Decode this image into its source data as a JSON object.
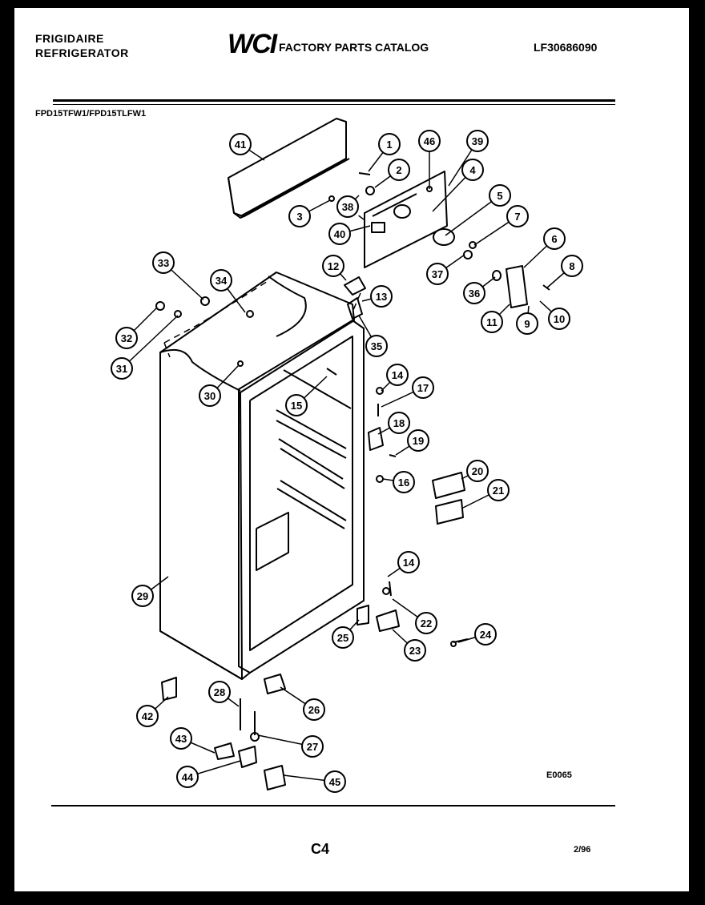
{
  "header": {
    "brand_line1": "FRIGIDAIRE",
    "brand_line2": "REFRIGERATOR",
    "logo": "WCI",
    "catalog_title": "FACTORY PARTS CATALOG",
    "catalog_number": "LF30686090"
  },
  "models": "FPD15TFW1/FPD15TLFW1",
  "figure_code": "E0065",
  "page_number": "C4",
  "date": "2/96",
  "callouts": [
    "41",
    "1",
    "46",
    "39",
    "2",
    "4",
    "3",
    "38",
    "5",
    "7",
    "40",
    "37",
    "6",
    "8",
    "36",
    "11",
    "9",
    "10",
    "33",
    "34",
    "12",
    "13",
    "32",
    "31",
    "35",
    "14",
    "17",
    "30",
    "15",
    "18",
    "19",
    "16",
    "20",
    "21",
    "14",
    "29",
    "22",
    "25",
    "23",
    "24",
    "28",
    "26",
    "42",
    "43",
    "27",
    "44",
    "45"
  ]
}
